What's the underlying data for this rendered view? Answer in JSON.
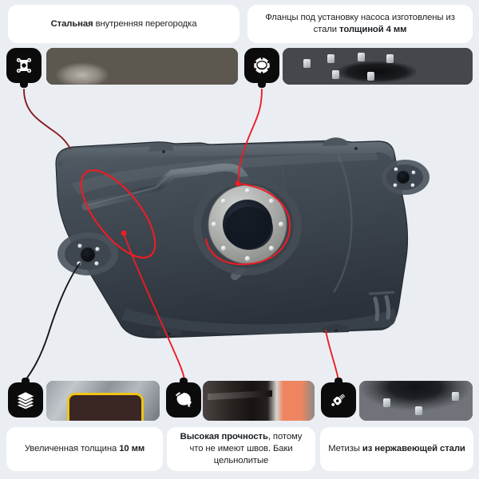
{
  "page": {
    "title": "Стальной топливный бак — инфографика",
    "background_color": "#eaeef2",
    "card_color": "#ffffff",
    "icon_tile_color": "#0b0b0b",
    "accent_line_color": "#ee1c25",
    "dark_line_color": "#151515",
    "tank_body_color": "#3f474e"
  },
  "callouts": [
    {
      "id": "baffle",
      "position": "top-left",
      "icon": "baffle-plate-icon",
      "text_plain": "Стальная внутренняя перегородка",
      "text_parts": [
        {
          "text": "Стальная",
          "bold": true
        },
        {
          "text": " внутренняя перегородка",
          "bold": false
        }
      ],
      "photo_alt": "Стальная перегородка с отверстиями",
      "leader_color": "#8b1a1f"
    },
    {
      "id": "flange",
      "position": "top-right",
      "icon": "flange-icon",
      "text_plain": "Фланцы под установку насоса изготовлены из стали толщиной 4 мм",
      "text_parts": [
        {
          "text": "Фланцы под установку насоса изготовлены из стали ",
          "bold": false
        },
        {
          "text": "толщиной 4 мм",
          "bold": true
        }
      ],
      "photo_alt": "Фланец с резьбовыми шпильками",
      "leader_color": "#ee1c25"
    },
    {
      "id": "thickness",
      "position": "bottom-left",
      "icon": "layers-icon",
      "text_plain": "Увеличенная толщина 10 мм",
      "text_parts": [
        {
          "text": "Увеличенная толщина ",
          "bold": false
        },
        {
          "text": "10 мм",
          "bold": true
        }
      ],
      "photo_alt": "Срез стенки бака с жёлтой подсветкой контура",
      "leader_color": "#151515"
    },
    {
      "id": "strength",
      "position": "bottom-center",
      "icon": "seamless-shield-icon",
      "text_plain": "Высокая прочность, потому что не имеют швов. Баки цельнолитые",
      "text_parts": [
        {
          "text": "Высокая прочность",
          "bold": true
        },
        {
          "text": ", потому что не имеют швов. Баки цельнолитые",
          "bold": false
        }
      ],
      "photo_alt": "Измерение кромки бака линейкой",
      "leader_color": "#ee1c25"
    },
    {
      "id": "fasteners",
      "position": "bottom-right",
      "icon": "bolt-icon",
      "text_plain": "Метизы из нержавеющей стали",
      "text_parts": [
        {
          "text": "Метизы ",
          "bold": false
        },
        {
          "text": "из нержавеющей стали",
          "bold": true
        }
      ],
      "photo_alt": "Фланец с нержавеющими гайками",
      "leader_color": "#ee1c25"
    }
  ],
  "product": {
    "name": "Стальной топливный бак",
    "features": [
      "центральный фланец топливного насоса",
      "два боковых штуцера",
      "штампованные рёбра жёсткости",
      "монтажные проушины"
    ]
  },
  "annotations": [
    {
      "id": "ellipse-baffle",
      "shape": "ellipse",
      "label": "Выделение внутренней перегородки",
      "color": "#ee1c25"
    },
    {
      "id": "circle-flange",
      "shape": "circle",
      "label": "Выделение фланца насоса",
      "color": "#ee1c25"
    }
  ]
}
